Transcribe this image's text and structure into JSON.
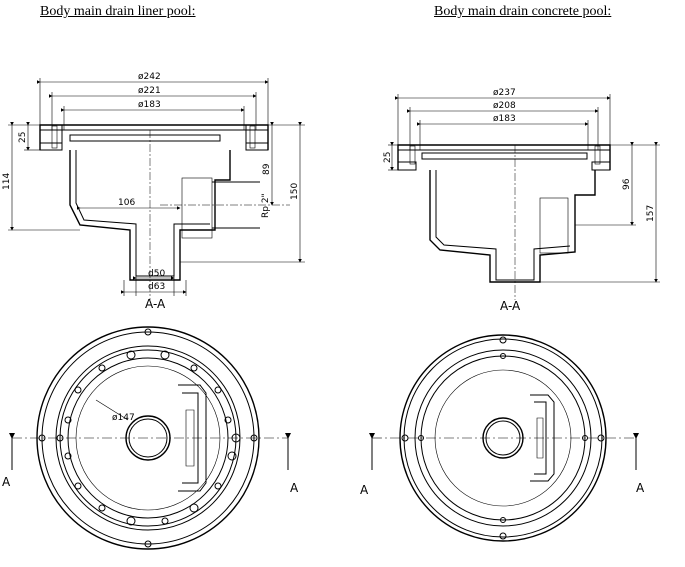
{
  "titles": {
    "liner": "Body main drain liner pool:",
    "concrete": "Body main drain concrete pool:"
  },
  "liner": {
    "dims": {
      "d242": "ø242",
      "d221": "ø221",
      "d183": "ø183",
      "h25": "25",
      "h114": "114",
      "h89": "89",
      "h150": "150",
      "w106": "106",
      "thread": "Rp 2\"",
      "d50": "d50",
      "d63": "d63",
      "d147": "ø147"
    },
    "section_label": "A-A",
    "cut_left": "A",
    "cut_right": "A"
  },
  "concrete": {
    "dims": {
      "d237": "ø237",
      "d208": "ø208",
      "d183": "ø183",
      "h25": "25",
      "h96": "96",
      "h157": "157"
    },
    "section_label": "A-A",
    "cut_left": "A",
    "cut_right": "A"
  }
}
